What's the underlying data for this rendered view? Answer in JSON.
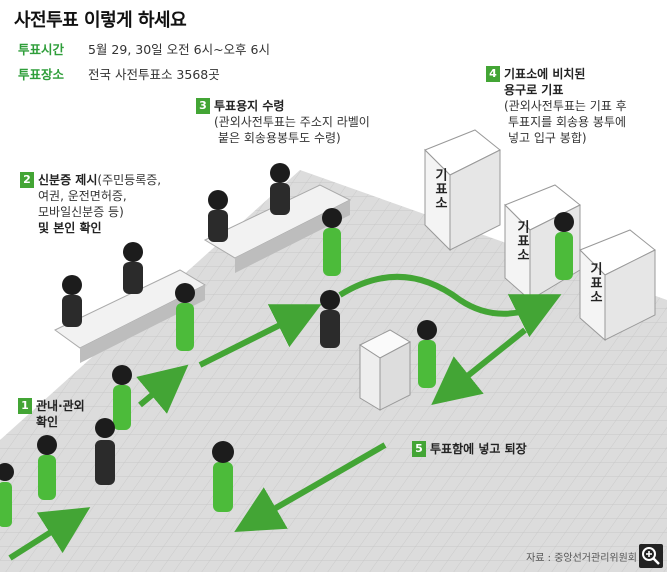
{
  "title": "사전투표 이렇게 하세요",
  "info": {
    "time_label": "투표시간",
    "time_value": "5월 29, 30일 오전 6시~오후 6시",
    "place_label": "투표장소",
    "place_value": "전국 사전투표소 3568곳"
  },
  "steps": [
    {
      "num": "1",
      "title_l1": "관내·관외",
      "title_l2": "확인"
    },
    {
      "num": "2",
      "title_l1": "신분증 제시",
      "desc_l1": "(주민등록증,",
      "desc_l2": "여권, 운전면허증,",
      "desc_l3": "모바일신분증 등)",
      "title_l2": "및 본인 확인"
    },
    {
      "num": "3",
      "title_l1": "투표용지 수령",
      "desc_l1": "(관외사전투표는 주소지 라벨이",
      "desc_l2": "붙은 회송용봉투도 수령)"
    },
    {
      "num": "4",
      "title_l1": "기표소에 비치된",
      "title_l2": "용구로 기표",
      "desc_l1": "(관외사전투표는 기표 후",
      "desc_l2": "투표지를 회송용 봉투에",
      "desc_l3": "넣고 입구 봉합)"
    },
    {
      "num": "5",
      "title_l1": "투표함에 넣고 퇴장"
    }
  ],
  "booths": [
    "기표소",
    "기표소",
    "기표소"
  ],
  "source": "자료 : 중앙선거관리위원회",
  "colors": {
    "accent": "#43a535",
    "person_green": "#4cbb3a",
    "floor": "#d9d9d9"
  },
  "icons": {
    "zoom": "zoom-in-icon"
  }
}
